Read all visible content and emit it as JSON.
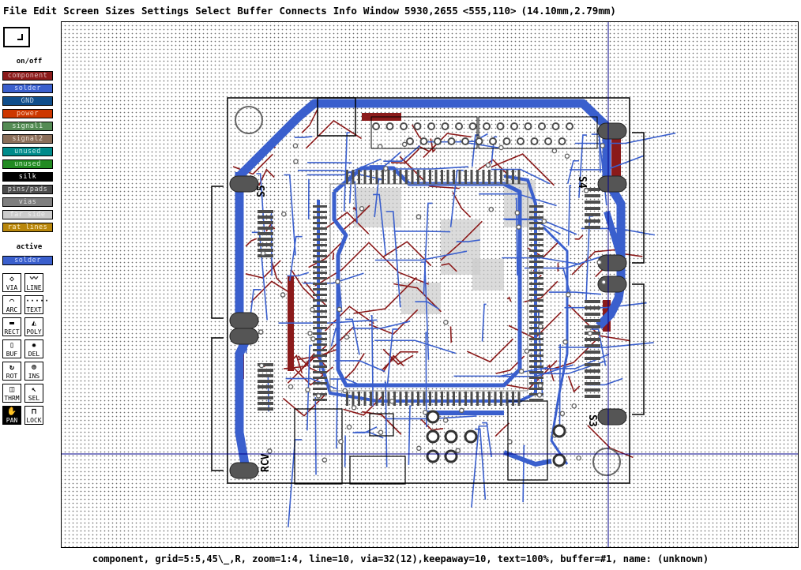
{
  "menu": [
    "File",
    "Edit",
    "Screen",
    "Sizes",
    "Settings",
    "Select",
    "Buffer",
    "Connects",
    "Info",
    "Window"
  ],
  "coords": {
    "position": "5930,2655",
    "delta": "<555,110>",
    "metric": "(14.10mm,2.79mm)"
  },
  "sidebar": {
    "on_off_label": "on/off",
    "layers": [
      {
        "label": "component",
        "color": "#8b1a1a",
        "text_color": "#e0b8b8"
      },
      {
        "label": "solder",
        "color": "#3a5fcd",
        "text_color": "#d0dcff"
      },
      {
        "label": "GND",
        "color": "#104e8b",
        "text_color": "#c6d8ea"
      },
      {
        "label": "power",
        "color": "#cd3700",
        "text_color": "#ffd0b8"
      },
      {
        "label": "signal1",
        "color": "#548b54",
        "text_color": "#d8ecd8"
      },
      {
        "label": "signal2",
        "color": "#8b6f5a",
        "text_color": "#eadcd0"
      },
      {
        "label": "unused",
        "color": "#008b8b",
        "text_color": "#c0eaea"
      },
      {
        "label": "unused",
        "color": "#228b22",
        "text_color": "#c8ecc8"
      },
      {
        "label": "silk",
        "color": "#000000",
        "text_color": "#ffffff"
      },
      {
        "label": "pins/pads",
        "color": "#4d4d4d",
        "text_color": "#dcdcdc"
      },
      {
        "label": "vias",
        "color": "#7f7f7f",
        "text_color": "#e6e6e6"
      },
      {
        "label": "far side",
        "color": "#cccccc",
        "text_color": "#eeeeee"
      },
      {
        "label": "rat lines",
        "color": "#b8860b",
        "text_color": "#fff0c8"
      }
    ],
    "active_label": "active",
    "active_layer": {
      "label": "solder",
      "color": "#3a5fcd",
      "text_color": "#d0dcff"
    },
    "tools": [
      {
        "label": "VIA",
        "glyph": "◇",
        "icon": "via-icon"
      },
      {
        "label": "LINE",
        "glyph": "〰",
        "icon": "line-icon"
      },
      {
        "label": "ARC",
        "glyph": "⌒",
        "icon": "arc-icon"
      },
      {
        "label": "TEXT",
        "glyph": "·····",
        "icon": "text-icon"
      },
      {
        "label": "RECT",
        "glyph": "▬",
        "icon": "rect-icon"
      },
      {
        "label": "POLY",
        "glyph": "◭",
        "icon": "poly-icon"
      },
      {
        "label": "BUF",
        "glyph": "▯",
        "icon": "buffer-icon"
      },
      {
        "label": "DEL",
        "glyph": "✹",
        "icon": "delete-icon"
      },
      {
        "label": "ROT",
        "glyph": "↻",
        "icon": "rotate-icon"
      },
      {
        "label": "INS",
        "glyph": "⊕",
        "icon": "insert-icon"
      },
      {
        "label": "THRM",
        "glyph": "◫",
        "icon": "thermal-icon"
      },
      {
        "label": "SEL",
        "glyph": "↖",
        "icon": "select-icon"
      },
      {
        "label": "PAN",
        "glyph": "✋",
        "icon": "pan-icon"
      },
      {
        "label": "LOCK",
        "glyph": "⊓",
        "icon": "lock-icon"
      }
    ],
    "selected_tool": "PAN"
  },
  "board": {
    "labels": [
      "S5",
      "S4",
      "S3",
      "RCV"
    ],
    "colors": {
      "component": "#8b1a1a",
      "solder": "#3a5fcd",
      "pads": "#4d4d4d",
      "silk": "#000000",
      "far": "#cccccc",
      "crosshair": "#00008b"
    }
  },
  "status": "component, grid=5:5,45\\_,R, zoom=1:4, line=10, via=32(12),keepaway=10, text=100%, buffer=#1, name: (unknown)"
}
